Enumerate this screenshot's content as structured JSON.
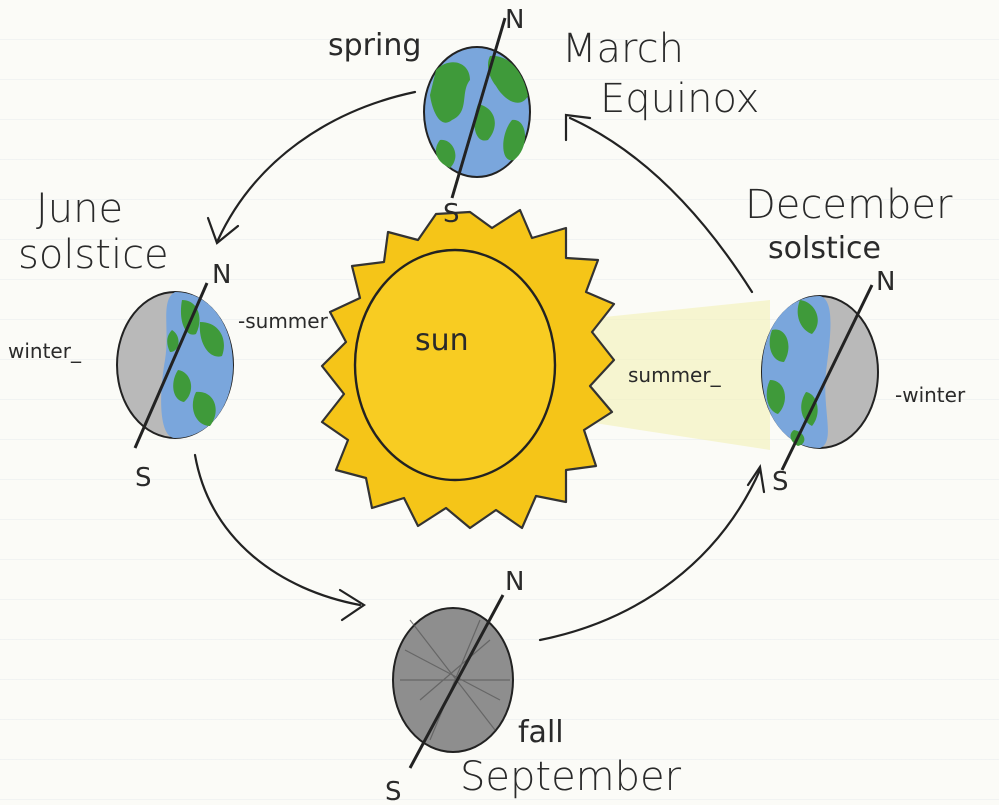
{
  "diagram": {
    "sun_label": "sun",
    "march": {
      "line1": "March",
      "line2": "Equinox",
      "season": "spring",
      "north": "N",
      "south": "S"
    },
    "june": {
      "line1": "June",
      "line2": "solstice",
      "north": "N",
      "south": "S",
      "left_season": "winter_",
      "right_season": "-summer"
    },
    "december": {
      "line1": "December",
      "line2": "solstice",
      "north": "N",
      "south": "S",
      "left_season": "summer_",
      "right_season": "-winter"
    },
    "september": {
      "line1": "September",
      "season": "fall",
      "north": "N",
      "south": "S"
    }
  },
  "colors": {
    "sun_fill": "#f5c518",
    "ocean": "#7aa6dc",
    "land": "#3f9a3a",
    "night": "#b9b9b9",
    "ink": "#2a2a2a"
  }
}
